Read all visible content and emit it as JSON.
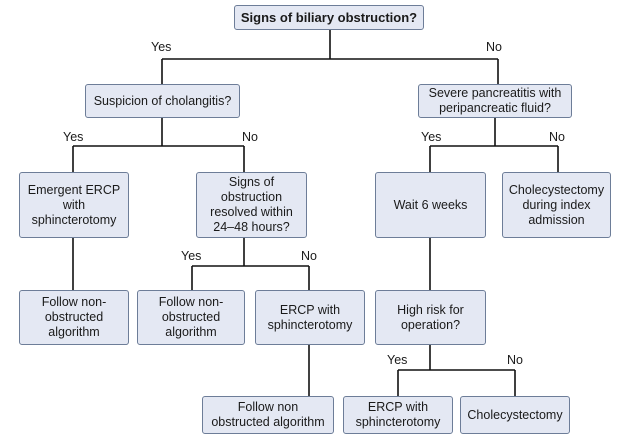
{
  "nodes": {
    "root": "Signs of biliary obstruction?",
    "cholangitis": "Suspicion of cholangitis?",
    "pancreatitis": "Severe pancreatitis with peripancreatic fluid?",
    "emergent_ercp": "Emergent ERCP with sphincterotomy",
    "signs_resolved": "Signs of obstruction resolved within 24–48 hours?",
    "wait": "Wait 6 weeks",
    "chole_index": "Cholecystectomy during index admission",
    "follow1": "Follow non-obstructed algorithm",
    "follow2": "Follow non-obstructed algorithm",
    "ercp_sphinct1": "ERCP with sphincterotomy",
    "high_risk": "High risk for operation?",
    "follow3": "Follow non obstructed algorithm",
    "ercp_sphinct2": "ERCP with sphincterotomy",
    "cholecystectomy": "Cholecystectomy"
  },
  "labels": {
    "root_yes": "Yes",
    "root_no": "No",
    "chol_yes": "Yes",
    "chol_no": "No",
    "panc_yes": "Yes",
    "panc_no": "No",
    "res_yes": "Yes",
    "res_no": "No",
    "risk_yes": "Yes",
    "risk_no": "No"
  }
}
